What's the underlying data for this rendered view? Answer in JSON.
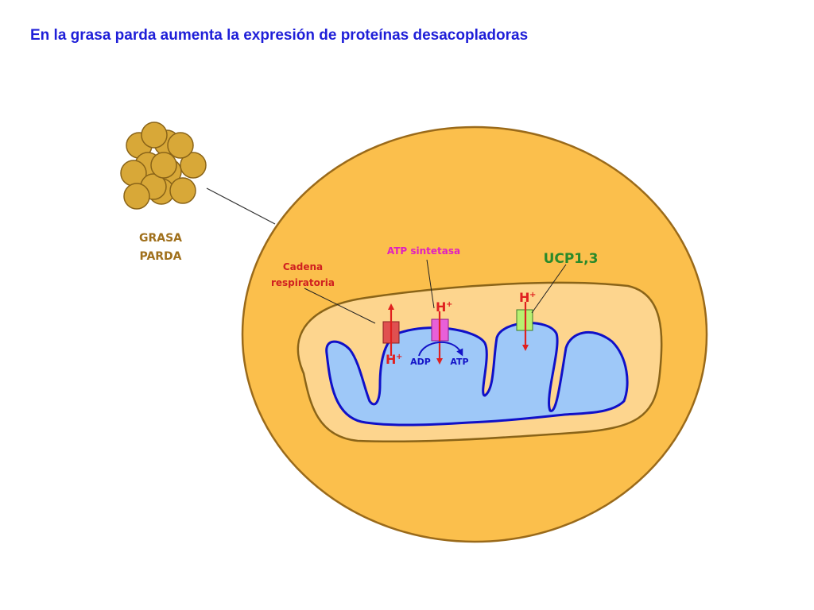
{
  "title": "En la grasa parda aumenta la expresión de proteínas desacopladoras",
  "labels": {
    "grasa_line1": "GRASA",
    "grasa_line2": "PARDA",
    "cadena_line1": "Cadena",
    "cadena_line2": "respiratoria",
    "atp_sintetasa": "ATP sintetasa",
    "ucp": "UCP1,3",
    "h": "H",
    "plus": "+",
    "adp": "ADP",
    "atp": "ATP"
  },
  "colors": {
    "title": "#1f1fd8",
    "cell_fill": "#fbbf4c",
    "cell_stroke": "#9a6a1a",
    "mito_fill": "#fdd58e",
    "matrix_fill": "#9ec8f8",
    "matrix_stroke": "#1010c8",
    "grasa_text": "#a0701c",
    "cadena_text": "#d02020",
    "atp_sintetasa_text": "#e020c0",
    "ucp_text": "#2a8a2a",
    "proton": "#e02020",
    "adp_atp": "#1414c8",
    "resp_protein": "#e05050",
    "atp_synthase_protein": "#e860d8",
    "ucp_protein": "#b8f070"
  }
}
